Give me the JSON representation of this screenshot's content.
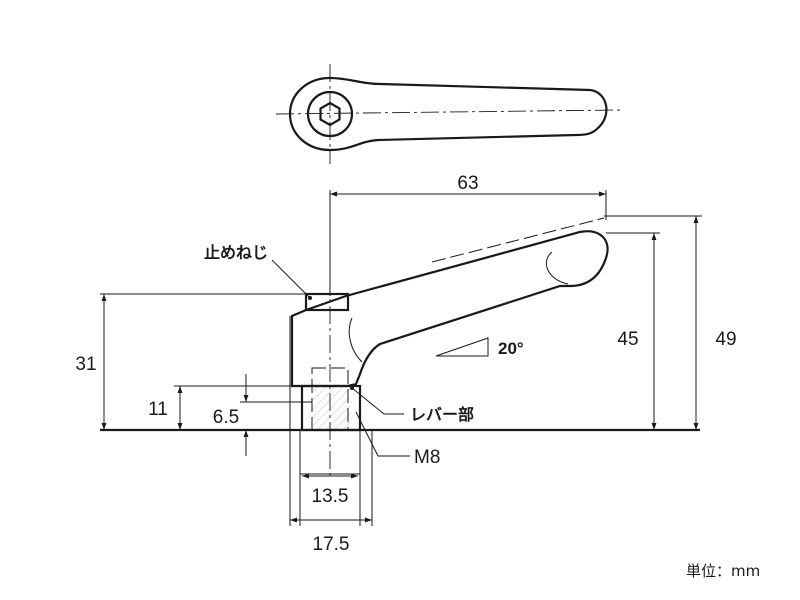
{
  "dimensions": {
    "overall_length": "63",
    "height_49": "49",
    "height_45": "45",
    "height_31": "31",
    "height_11": "11",
    "depth_6_5": "6.5",
    "width_13_5": "13.5",
    "width_17_5": "17.5",
    "angle": "20°"
  },
  "labels": {
    "set_screw": "止めねじ",
    "lever_part": "レバー部",
    "thread": "M8"
  },
  "unit_note": "単位：mm"
}
